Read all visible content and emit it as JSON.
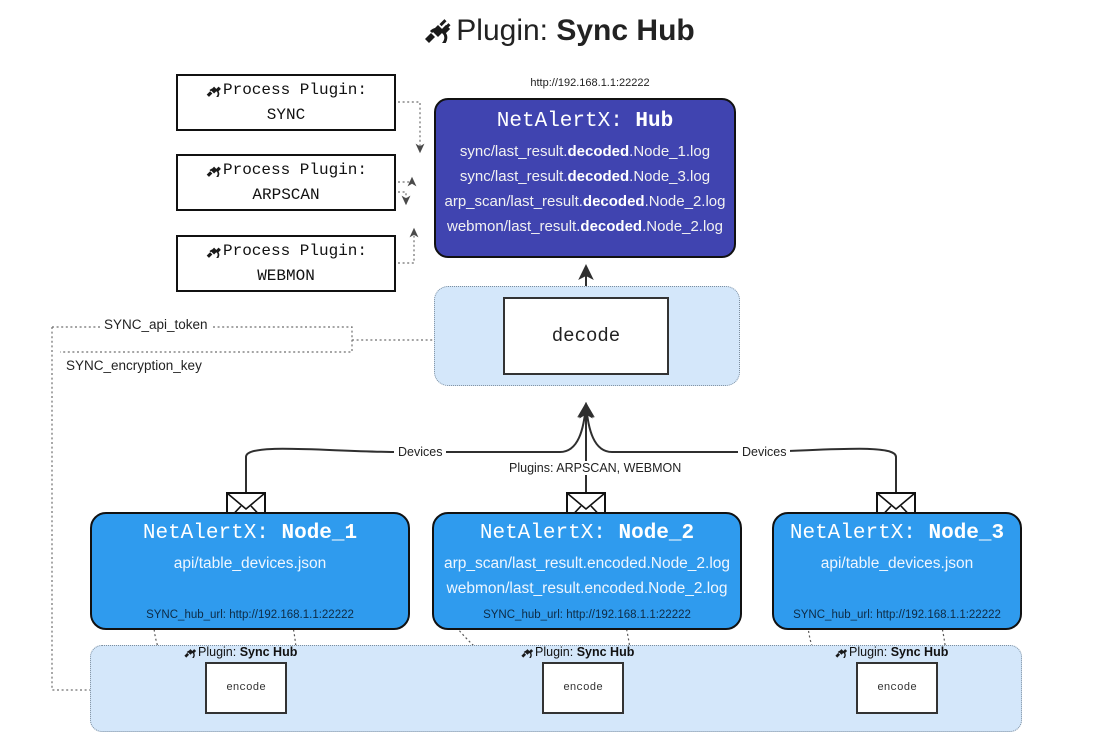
{
  "title": {
    "icon": "plug-icon",
    "prefix": "Plugin: ",
    "name": "Sync Hub"
  },
  "hub": {
    "url_caption": "http://192.168.1.1:22222",
    "title_prefix": "NetAlertX: ",
    "title_name": "Hub",
    "color": "#4044b0",
    "logs": [
      {
        "pre": "sync/last_result.",
        "mid": "decoded",
        "post": ".Node_1.log"
      },
      {
        "pre": "sync/last_result.",
        "mid": "decoded",
        "post": ".Node_3.log"
      },
      {
        "pre": "arp_scan/last_result.",
        "mid": "decoded",
        "post": ".Node_2.log"
      },
      {
        "pre": "webmon/last_result.",
        "mid": "decoded",
        "post": ".Node_2.log"
      }
    ]
  },
  "process_plugins": [
    {
      "icon": "plug-icon",
      "line1": "Process Plugin:",
      "line2": "SYNC"
    },
    {
      "icon": "plug-icon",
      "line1": "Process Plugin:",
      "line2": "ARPSCAN"
    },
    {
      "icon": "plug-icon",
      "line1": "Process Plugin:",
      "line2": "WEBMON"
    }
  ],
  "decode": {
    "label": "decode",
    "band_color": "#d4e7fa"
  },
  "keys": [
    {
      "label": "SYNC_api_token"
    },
    {
      "label": "SYNC_encryption_key"
    }
  ],
  "edge_labels": {
    "left": "Devices",
    "middle": "Plugins: ARPSCAN, WEBMON",
    "right": "Devices"
  },
  "nodes": [
    {
      "title_prefix": "NetAlertX: ",
      "title_name": "Node_1",
      "color": "#2f9bee",
      "lines": [
        "api/table_devices.json"
      ],
      "hub_url": "SYNC_hub_url: http://192.168.1.1:22222",
      "envelope": "envelope-icon"
    },
    {
      "title_prefix": "NetAlertX: ",
      "title_name": "Node_2",
      "color": "#2f9bee",
      "lines": [
        "arp_scan/last_result.encoded.Node_2.log",
        "webmon/last_result.encoded.Node_2.log"
      ],
      "hub_url": "SYNC_hub_url: http://192.168.1.1:22222",
      "envelope": "envelope-icon"
    },
    {
      "title_prefix": "NetAlertX: ",
      "title_name": "Node_3",
      "color": "#2f9bee",
      "lines": [
        "api/table_devices.json"
      ],
      "hub_url": "SYNC_hub_url: http://192.168.1.1:22222",
      "envelope": "envelope-icon"
    }
  ],
  "encoders": [
    {
      "icon": "plug-icon",
      "label_prefix": "Plugin: ",
      "label_name": "Sync Hub",
      "box": "encode"
    },
    {
      "icon": "plug-icon",
      "label_prefix": "Plugin: ",
      "label_name": "Sync Hub",
      "box": "encode"
    },
    {
      "icon": "plug-icon",
      "label_prefix": "Plugin: ",
      "label_name": "Sync Hub",
      "box": "encode"
    }
  ]
}
